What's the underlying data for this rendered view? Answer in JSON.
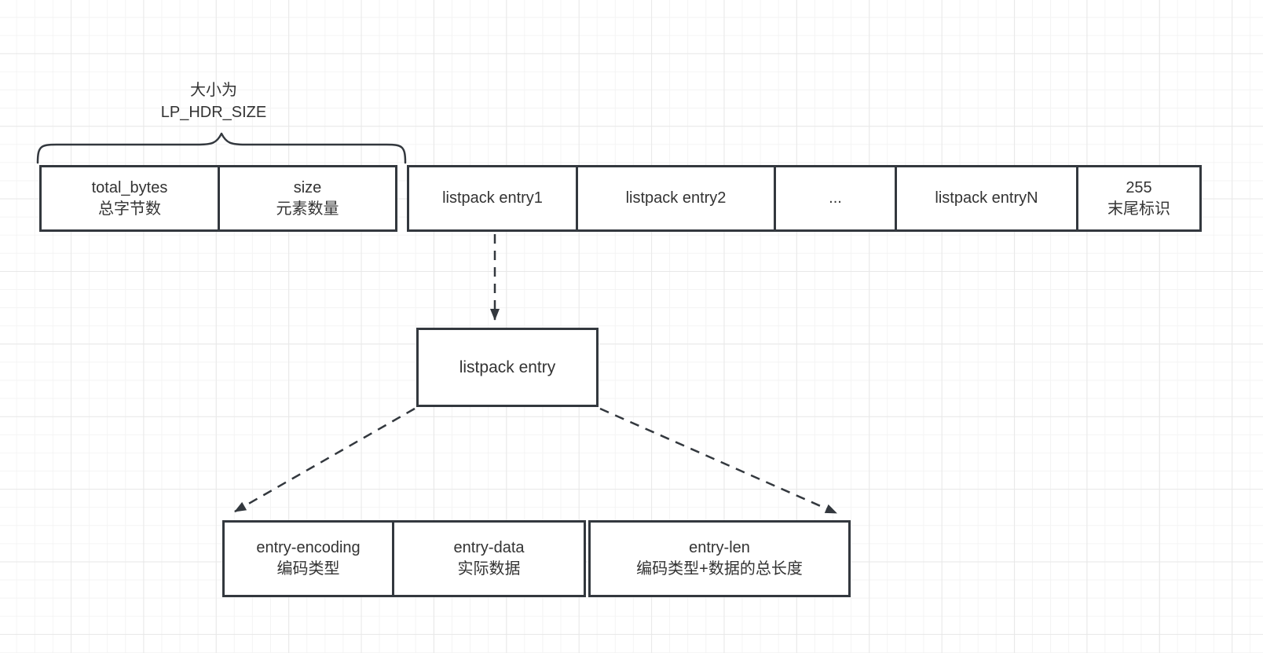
{
  "diagram": {
    "annotation": {
      "line1": "大小为",
      "line2": "LP_HDR_SIZE"
    },
    "header_row": {
      "cells": [
        {
          "title": "total_bytes",
          "subtitle": "总字节数"
        },
        {
          "title": "size",
          "subtitle": "元素数量"
        },
        {
          "title": "listpack entry1"
        },
        {
          "title": "listpack entry2"
        },
        {
          "title": "..."
        },
        {
          "title": "listpack entryN"
        },
        {
          "title": "255",
          "subtitle": "末尾标识"
        }
      ]
    },
    "entry_box": {
      "label": "listpack entry"
    },
    "detail_row": {
      "cells": [
        {
          "title": "entry-encoding",
          "subtitle": "编码类型"
        },
        {
          "title": "entry-data",
          "subtitle": "实际数据"
        },
        {
          "title": "entry-len",
          "subtitle": "编码类型+数据的总长度"
        }
      ]
    },
    "colors": {
      "stroke": "#33383e",
      "text": "#333333",
      "box_bg": "#ffffff",
      "grid_minor": "#f4f4f4",
      "grid_major": "#e8e8e8",
      "canvas_bg": "#ffffff"
    }
  }
}
